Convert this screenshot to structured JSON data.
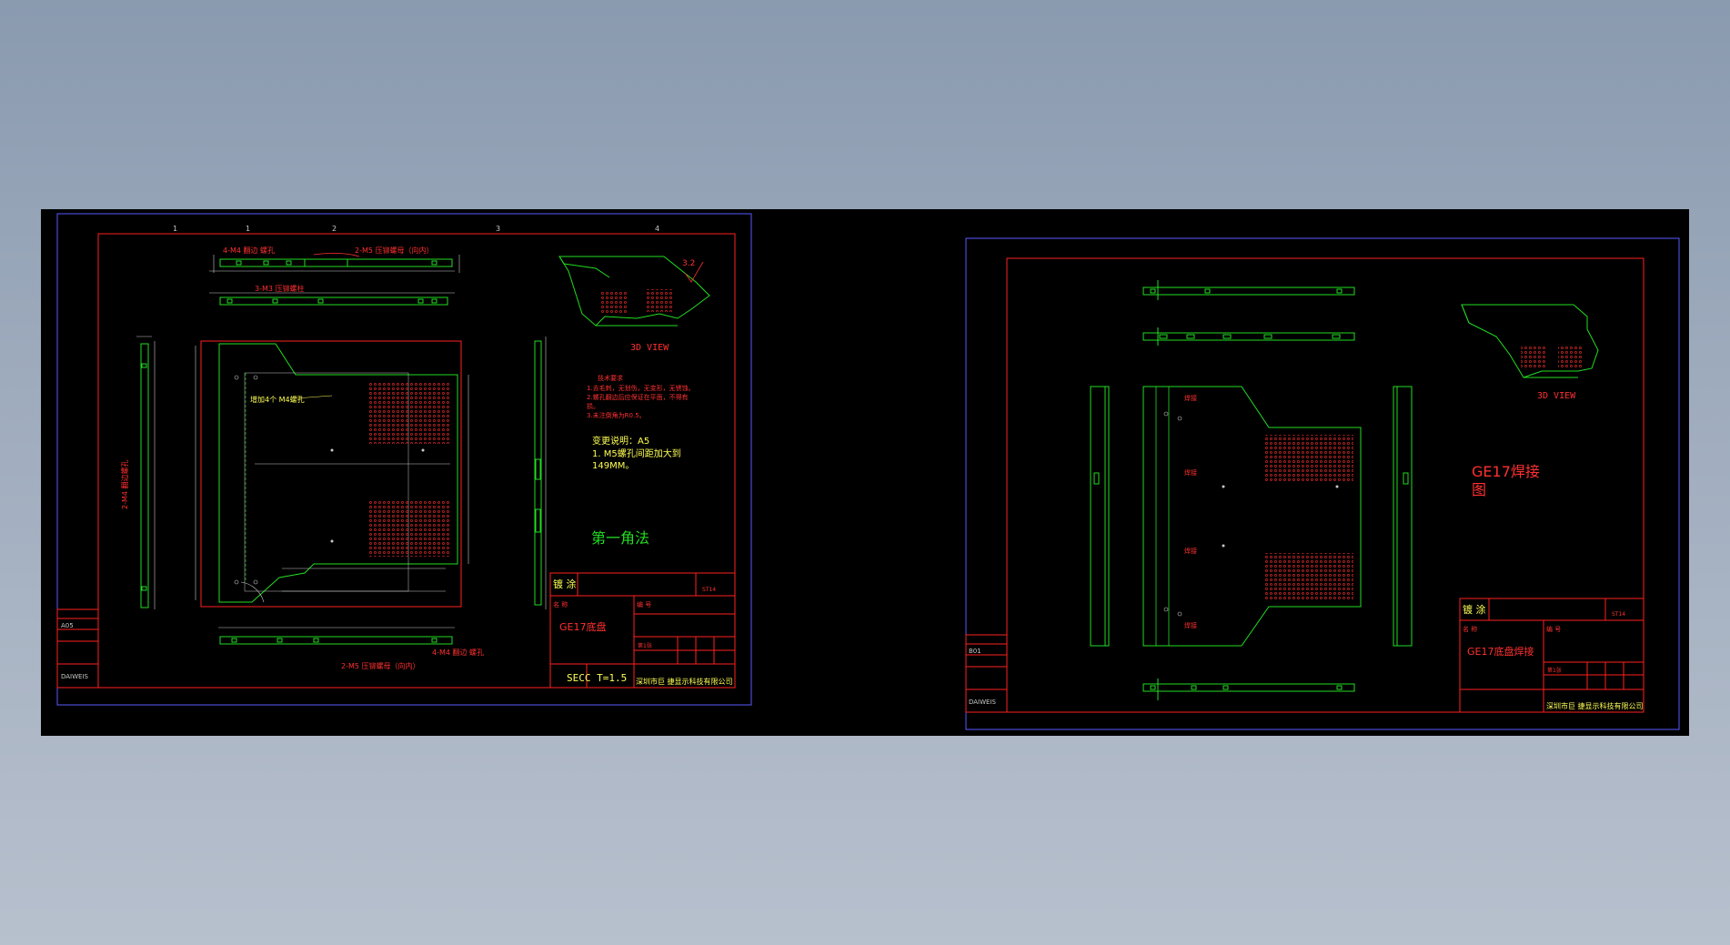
{
  "colors": {
    "background_top": "#8a9aaf",
    "canvas": "#000000",
    "sheet_border": "#5a5aff",
    "frame": "#ff2020",
    "geometry": "#22dd22",
    "dimension": "#c8c8c8",
    "annotation_red": "#ff3030",
    "annotation_yellow": "#ffff55"
  },
  "sheet_left": {
    "grid_numbers": [
      "1",
      "1",
      "2",
      "3",
      "4"
    ],
    "callouts": {
      "m4_top": "4-M4 翻边 螺孔",
      "m5_top": "2-M5 压铆螺母（向内）",
      "m3": "3-M3 压铆螺柱",
      "m4_side": "2-M4 翻边螺孔",
      "m4_note": "增加4个 M4螺孔",
      "m5_bottom": "2-M5 压铆螺母（向内）",
      "m4_bottom": "4-M4 翻边 螺孔"
    },
    "view_label": "3D VIEW",
    "roughness": "3.2",
    "tech_notes": {
      "title": "技术要求",
      "lines": [
        "1.去毛刺，无划伤，无变形，无锈蚀。",
        "2.螺孔翻边后应保证在平面，不得有",
        "   损。",
        "3.未注倒角为R0.5。"
      ]
    },
    "change_note": {
      "title": "变更说明：A5",
      "line1": "1. M5螺孔间距加大到",
      "line2": "149MM。"
    },
    "projection": "第一角法",
    "title_block": {
      "process": "镀 涂",
      "part_name": "GE17底盘",
      "material": "SECC T=1.5",
      "company": "深圳市巨 捷显示科技有限公司",
      "revision": "A05",
      "logo_text": "DAIWEIS",
      "code": "ST14",
      "sheet": "第1张",
      "drawing_no_label": "编 号",
      "name_label": "名 称"
    }
  },
  "sheet_right": {
    "view_label": "3D VIEW",
    "weld_title_1": "GE17焊接",
    "weld_title_2": "图",
    "weld_marks": [
      "焊接",
      "焊接",
      "焊接",
      "焊接"
    ],
    "title_block": {
      "process": "镀 涂",
      "part_name": "GE17底盘焊接",
      "company": "深圳市巨 捷显示科技有限公司",
      "revision": "B01",
      "logo_text": "DAIWEIS",
      "code": "ST14",
      "sheet": "第1张",
      "drawing_no_label": "编 号",
      "name_label": "名 称"
    }
  }
}
